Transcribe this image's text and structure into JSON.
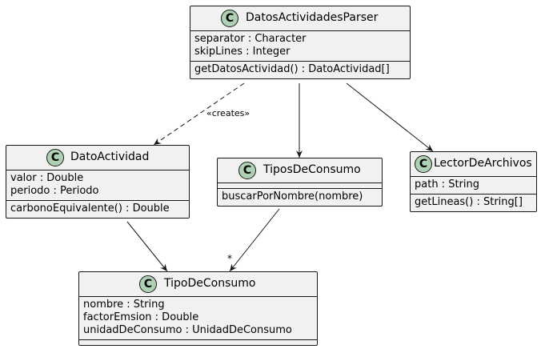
{
  "classes": {
    "parser": {
      "name": "DatosActividadesParser",
      "badge": "C",
      "attributes": [
        "separator : Character",
        "skipLines : Integer"
      ],
      "methods": [
        "getDatosActividad() : DatoActividad[]"
      ]
    },
    "dato": {
      "name": "DatoActividad",
      "badge": "C",
      "attributes": [
        "valor : Double",
        "periodo : Periodo"
      ],
      "methods": [
        "carbonoEquivalente() : Double"
      ]
    },
    "tipos": {
      "name": "TiposDeConsumo",
      "badge": "C",
      "attributes": [],
      "methods": [
        "buscarPorNombre(nombre)"
      ]
    },
    "lector": {
      "name": "LectorDeArchivos",
      "badge": "C",
      "attributes": [
        "path : String"
      ],
      "methods": [
        "getLineas() : String[]"
      ]
    },
    "tipo": {
      "name": "TipoDeConsumo",
      "badge": "C",
      "attributes": [
        "nombre : String",
        "factorEmsion : Double",
        "unidadDeConsumo : UnidadDeConsumo"
      ],
      "methods": []
    }
  },
  "edges": {
    "creates_label": "«creates»",
    "multiplicity": "*"
  }
}
